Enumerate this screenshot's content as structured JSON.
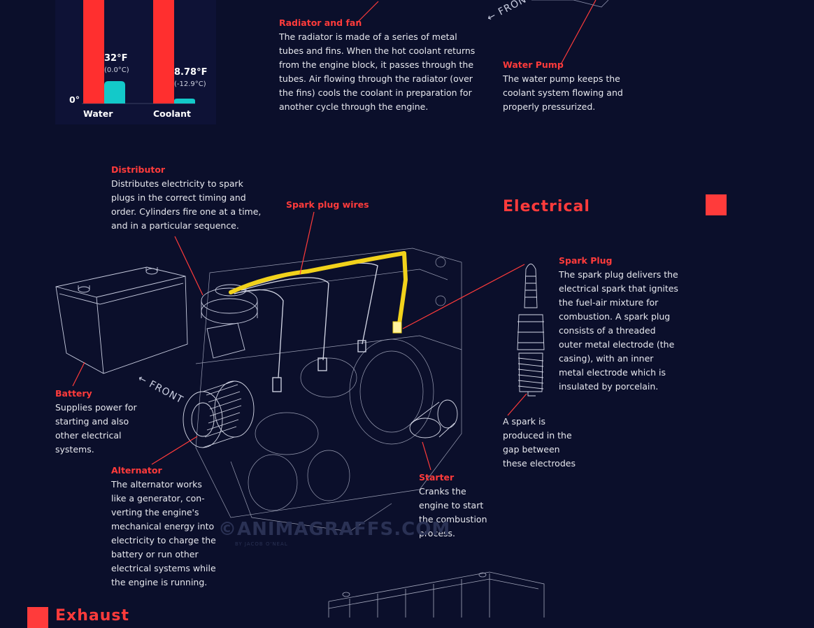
{
  "freeze_chart": {
    "zero_label": "0°",
    "water": {
      "label": "Water",
      "temp_f": "32°F",
      "temp_c": "(0.0°C)"
    },
    "coolant": {
      "label": "Coolant",
      "temp_f": "8.78°F",
      "temp_c": "(-12.9°C)"
    },
    "colors": {
      "bar": "#ff2f2f",
      "level": "#13c9c9",
      "panel": "#0e1236"
    }
  },
  "cooling": {
    "radiator": {
      "title": "Radiator and fan",
      "lines": [
        "The radiator is made of a series of metal",
        "tubes and fins. When the hot coolant returns",
        "from the engine block, it passes through the",
        "tubes. Air flowing through the radiator (over",
        "the fins) cools the coolant in preparation for",
        "another cycle through the engine."
      ]
    },
    "water_pump": {
      "title": "Water Pump",
      "lines": [
        "The water pump keeps the",
        "coolant system flowing and",
        "properly pressurized."
      ]
    },
    "front_label": "← FRONT"
  },
  "electrical": {
    "section_title": "Electrical",
    "distributor": {
      "title": "Distributor",
      "lines": [
        "Distributes electricity to spark",
        "plugs in the correct timing and",
        "order. Cylinders fire one at a time,",
        "and in a particular sequence."
      ]
    },
    "spark_plug_wires": {
      "title": "Spark plug wires"
    },
    "spark_plug": {
      "title": "Spark Plug",
      "lines": [
        "The spark plug delivers the",
        "electrical spark that ignites",
        "the fuel-air mixture for",
        "combustion. A spark plug",
        "consists of a threaded",
        "outer metal electrode (the",
        "casing), with an inner",
        "metal electrode which is",
        "insulated by porcelain."
      ]
    },
    "spark_gap": {
      "lines": [
        "A spark is",
        "produced in the",
        "gap between",
        "these electrodes"
      ]
    },
    "battery": {
      "title": "Battery",
      "lines": [
        "Supplies power for",
        "starting and also",
        "other electrical",
        "systems."
      ]
    },
    "alternator": {
      "title": "Alternator",
      "lines": [
        "The alternator works",
        "like a generator, con-",
        "verting the engine's",
        "mechanical energy into",
        "electricity to charge the",
        "battery or run other",
        "electrical systems while",
        "the engine is running."
      ]
    },
    "starter": {
      "title": "Starter",
      "lines": [
        "Cranks the",
        "engine to start",
        "the combustion",
        "process."
      ]
    },
    "front_label": "← FRONT",
    "watermark": "©ANIMAGRAFFS.COM",
    "watermark_sub": "BY JACOB O'NEAL"
  },
  "exhaust": {
    "section_title_partial": "Exhaust"
  },
  "colors": {
    "background": "#0b0f2b",
    "accent": "#ff3b3b",
    "wireframe": "#c9cde0",
    "highlight_wire": "#f2d21b"
  }
}
